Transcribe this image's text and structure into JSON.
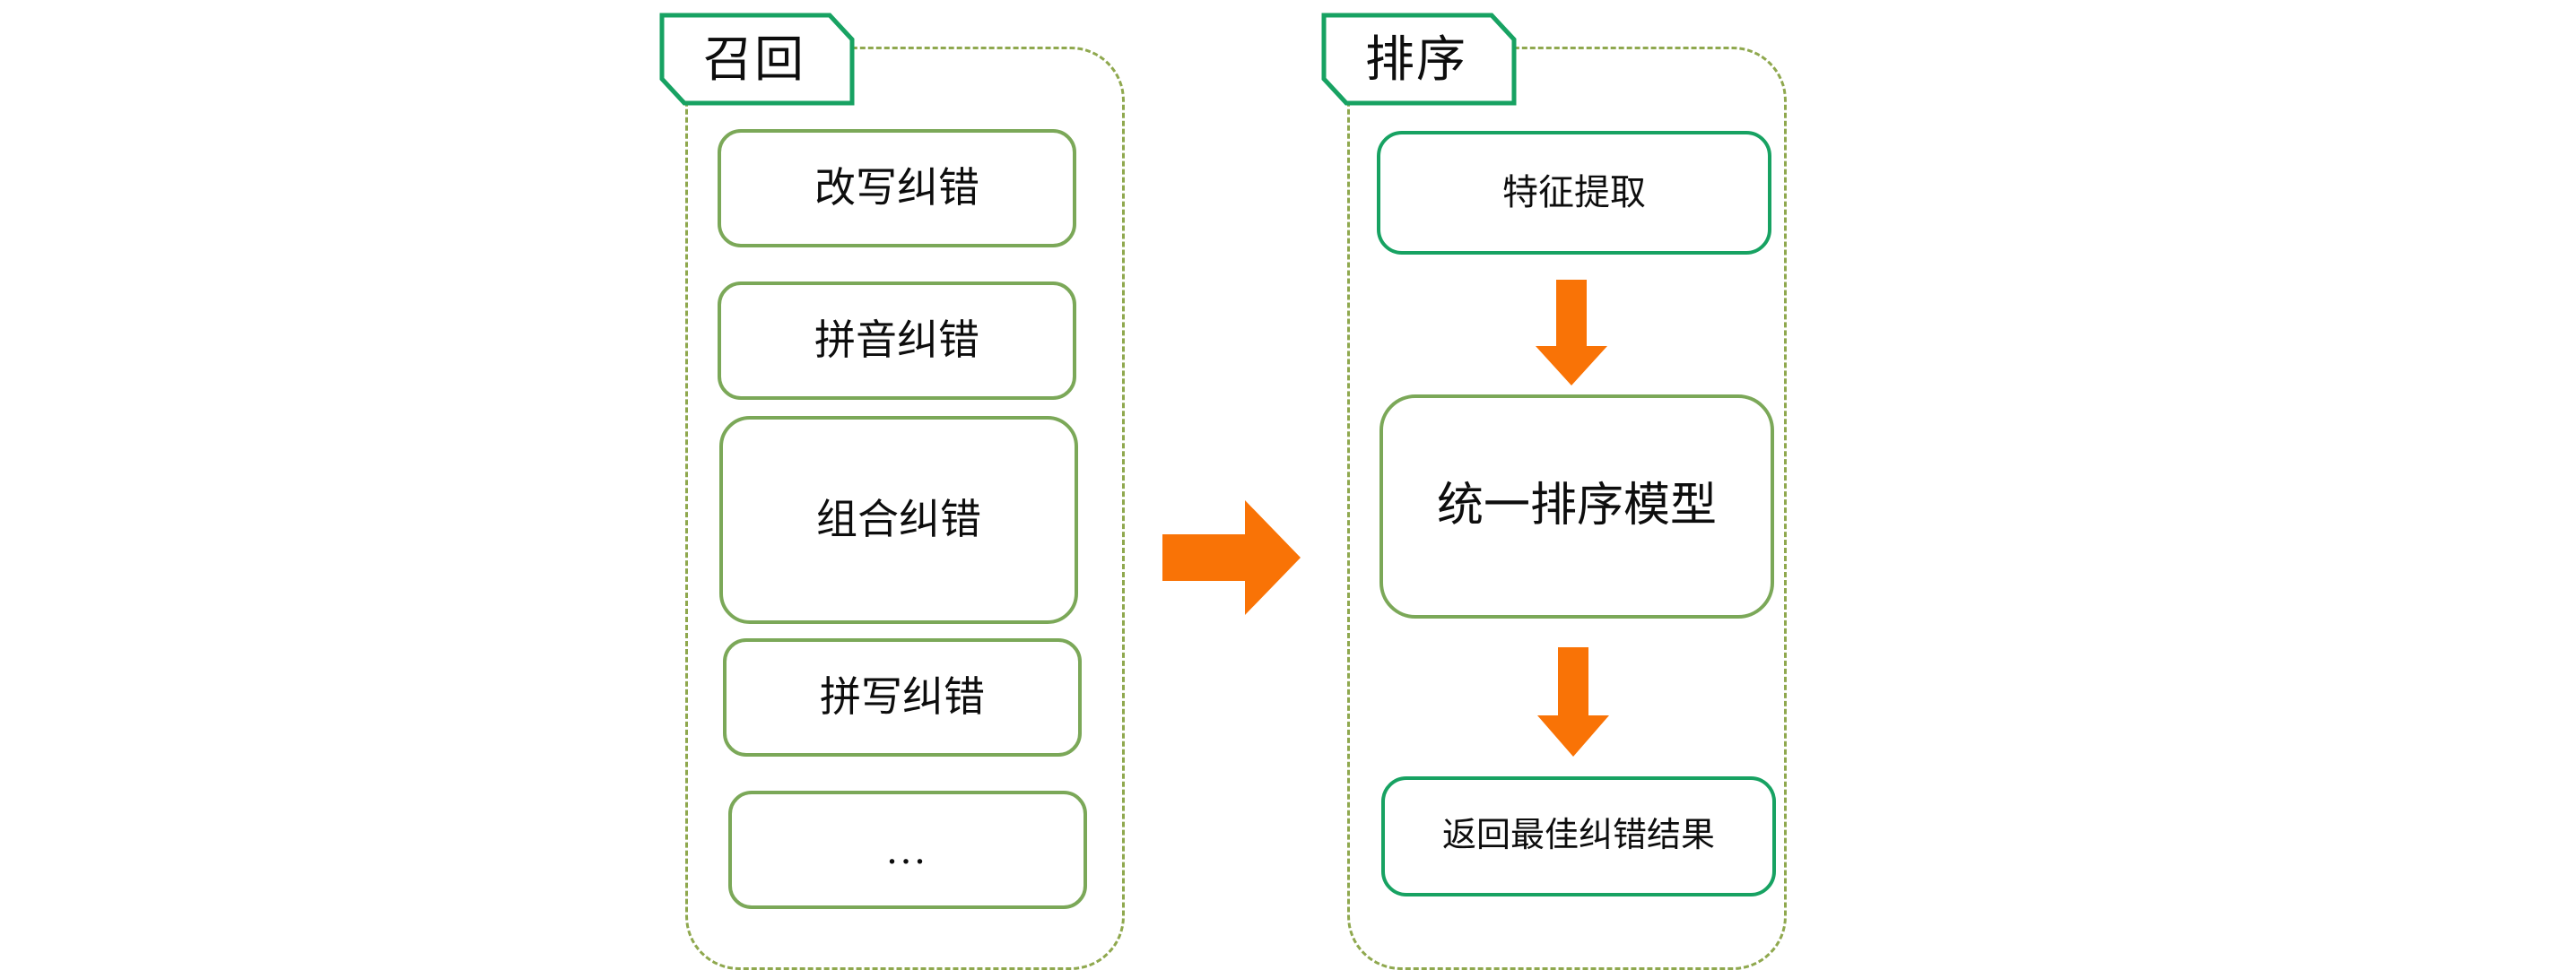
{
  "diagram": {
    "title_visible": false,
    "colors": {
      "panel_dashed": "#8FA84E",
      "box_olive": "#7BA858",
      "box_emerald": "#17A262",
      "banner_border": "#17A262",
      "arrow_orange": "#F97306",
      "text": "#0d0d0d",
      "background": "#FFFFFF"
    },
    "groups": [
      {
        "key": "recall",
        "banner_label": "召回",
        "nodes": [
          {
            "key": "rewrite",
            "label": "改写纠错",
            "style": "olive"
          },
          {
            "key": "pinyin",
            "label": "拼音纠错",
            "style": "olive"
          },
          {
            "key": "combine",
            "label": "组合纠错",
            "style": "olive"
          },
          {
            "key": "spelling",
            "label": "拼写纠错",
            "style": "olive"
          },
          {
            "key": "ellipsis",
            "label": "...",
            "style": "olive"
          }
        ]
      },
      {
        "key": "rank",
        "banner_label": "排序",
        "nodes": [
          {
            "key": "feature",
            "label": "特征提取",
            "style": "emerald"
          },
          {
            "key": "model",
            "label": "统一排序模型",
            "style": "olive"
          },
          {
            "key": "result",
            "label": "返回最佳纠错结果",
            "style": "emerald"
          }
        ]
      }
    ],
    "arrows": [
      {
        "key": "stage",
        "direction": "right",
        "from": "recall",
        "to": "rank"
      },
      {
        "key": "down-1",
        "direction": "down",
        "from": "feature",
        "to": "model"
      },
      {
        "key": "down-2",
        "direction": "down",
        "from": "model",
        "to": "result"
      }
    ]
  }
}
